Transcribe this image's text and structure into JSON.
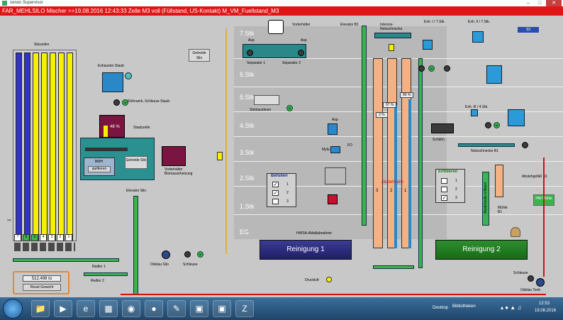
{
  "window": {
    "title": "zenon Supervisor",
    "status_text": "FAR_MEHLSILO Mischer >>19.08.2016 12:43:33  Zelle M3 voll (Füllstand, US-Kontakt)  M_VM_Fuellstand_M3",
    "controls": [
      "minimize",
      "maximize",
      "close"
    ]
  },
  "floors": [
    "7.Stk",
    "6.Stk",
    "5.Stk",
    "4.Stk",
    "3.Stk",
    "2.Stk",
    "1.Stk",
    "EG"
  ],
  "labels": {
    "silozellen": "Silozellen",
    "exhaust_staub": "Exhauster Staub",
    "ruehrwerk": "Rührwerk, Schleuse Staub",
    "getreide_silo_top": "Getreide Silo",
    "staubzelle": "Staubzelle",
    "staubzelle_pct": "48 %",
    "getreide_silo_mid": "Getreide Silo",
    "bmh": "BMH",
    "quittieren": "quittieren",
    "vorbehaelter_bio": "Vorbehälter Biomasseheizung",
    "elevator_silo": "Elevator Silo",
    "odelau_silo": "Odelau Silo",
    "schleuse_left": "Schleuse",
    "redler1": "Redler 1",
    "redler2": "Redler 2",
    "gewicht": "512.498 to",
    "reset_gewicht": "Reset Gewicht",
    "vorbehaelter": "Vorbehälter",
    "asp1": "Asp",
    "asp2": "Asp",
    "separator1": "Separator 1",
    "separator2": "Separator 2",
    "steinausleser": "Steinausleser",
    "asp3": "Asp",
    "myfa": "Myfa",
    "fo": "FO",
    "hwsa": "HWSA-Abfallabnahme",
    "elevator_b1": "Elevator B1",
    "intensiv": "Intensiv-Netzschnecke",
    "pct_97": "97 %",
    "pct_89": "89 %",
    "pct_3": "3 %",
    "abstehzelle": "Abstehzelle",
    "zell_numbers": [
      "3",
      "2",
      "1"
    ],
    "exh7a": "Exh. I / 7.Stk.",
    "exh7b": "Exh. II / 7.Stk.",
    "indicator_s3": "S3",
    "exh4": "Exh. III / 4.Stk.",
    "schaelm": "Schälm.",
    "netzschnecke": "Netzschnecke B1",
    "abstehzelle_entleert": "Abstehzelle entleert",
    "abstehgefaess": "Abstehgefäß B1",
    "muehle_b1": "Mühle B1",
    "hw_muehle": "HW Mühle",
    "schleuse_right": "Schleuse",
    "odelau_tank": "Odelau Tank",
    "druckluft": "Druckluft"
  },
  "befuellen": {
    "title": "Befüllen",
    "items": [
      {
        "label": "1",
        "checked": true
      },
      {
        "label": "2",
        "checked": true
      },
      {
        "label": "3",
        "checked": false
      }
    ]
  },
  "entleeren": {
    "title": "Entleeren",
    "items": [
      {
        "label": "1",
        "checked": false
      },
      {
        "label": "2",
        "checked": false
      },
      {
        "label": "3",
        "checked": true
      }
    ]
  },
  "buttons": {
    "reinigung1": "Reinigung 1",
    "reinigung2": "Reinigung 2"
  },
  "silo_cell_numbers": [
    "7",
    "6",
    "5",
    "4",
    "3",
    "2",
    "1"
  ],
  "silo_left_marker": ">>",
  "taskbar": {
    "desktop": "Desktop",
    "bibliotheken": "Bibliotheken",
    "time": "12:53",
    "date": "19.08.2016"
  },
  "colors": {
    "status_red": "#e01515",
    "silo_yellow": "#f6f000",
    "silo_blue": "#3232c8",
    "conveyor_green": "#3cb44b",
    "cell_orange": "#f4b183",
    "button_blue": "#2a2a7c",
    "button_green": "#1b7d1b"
  }
}
